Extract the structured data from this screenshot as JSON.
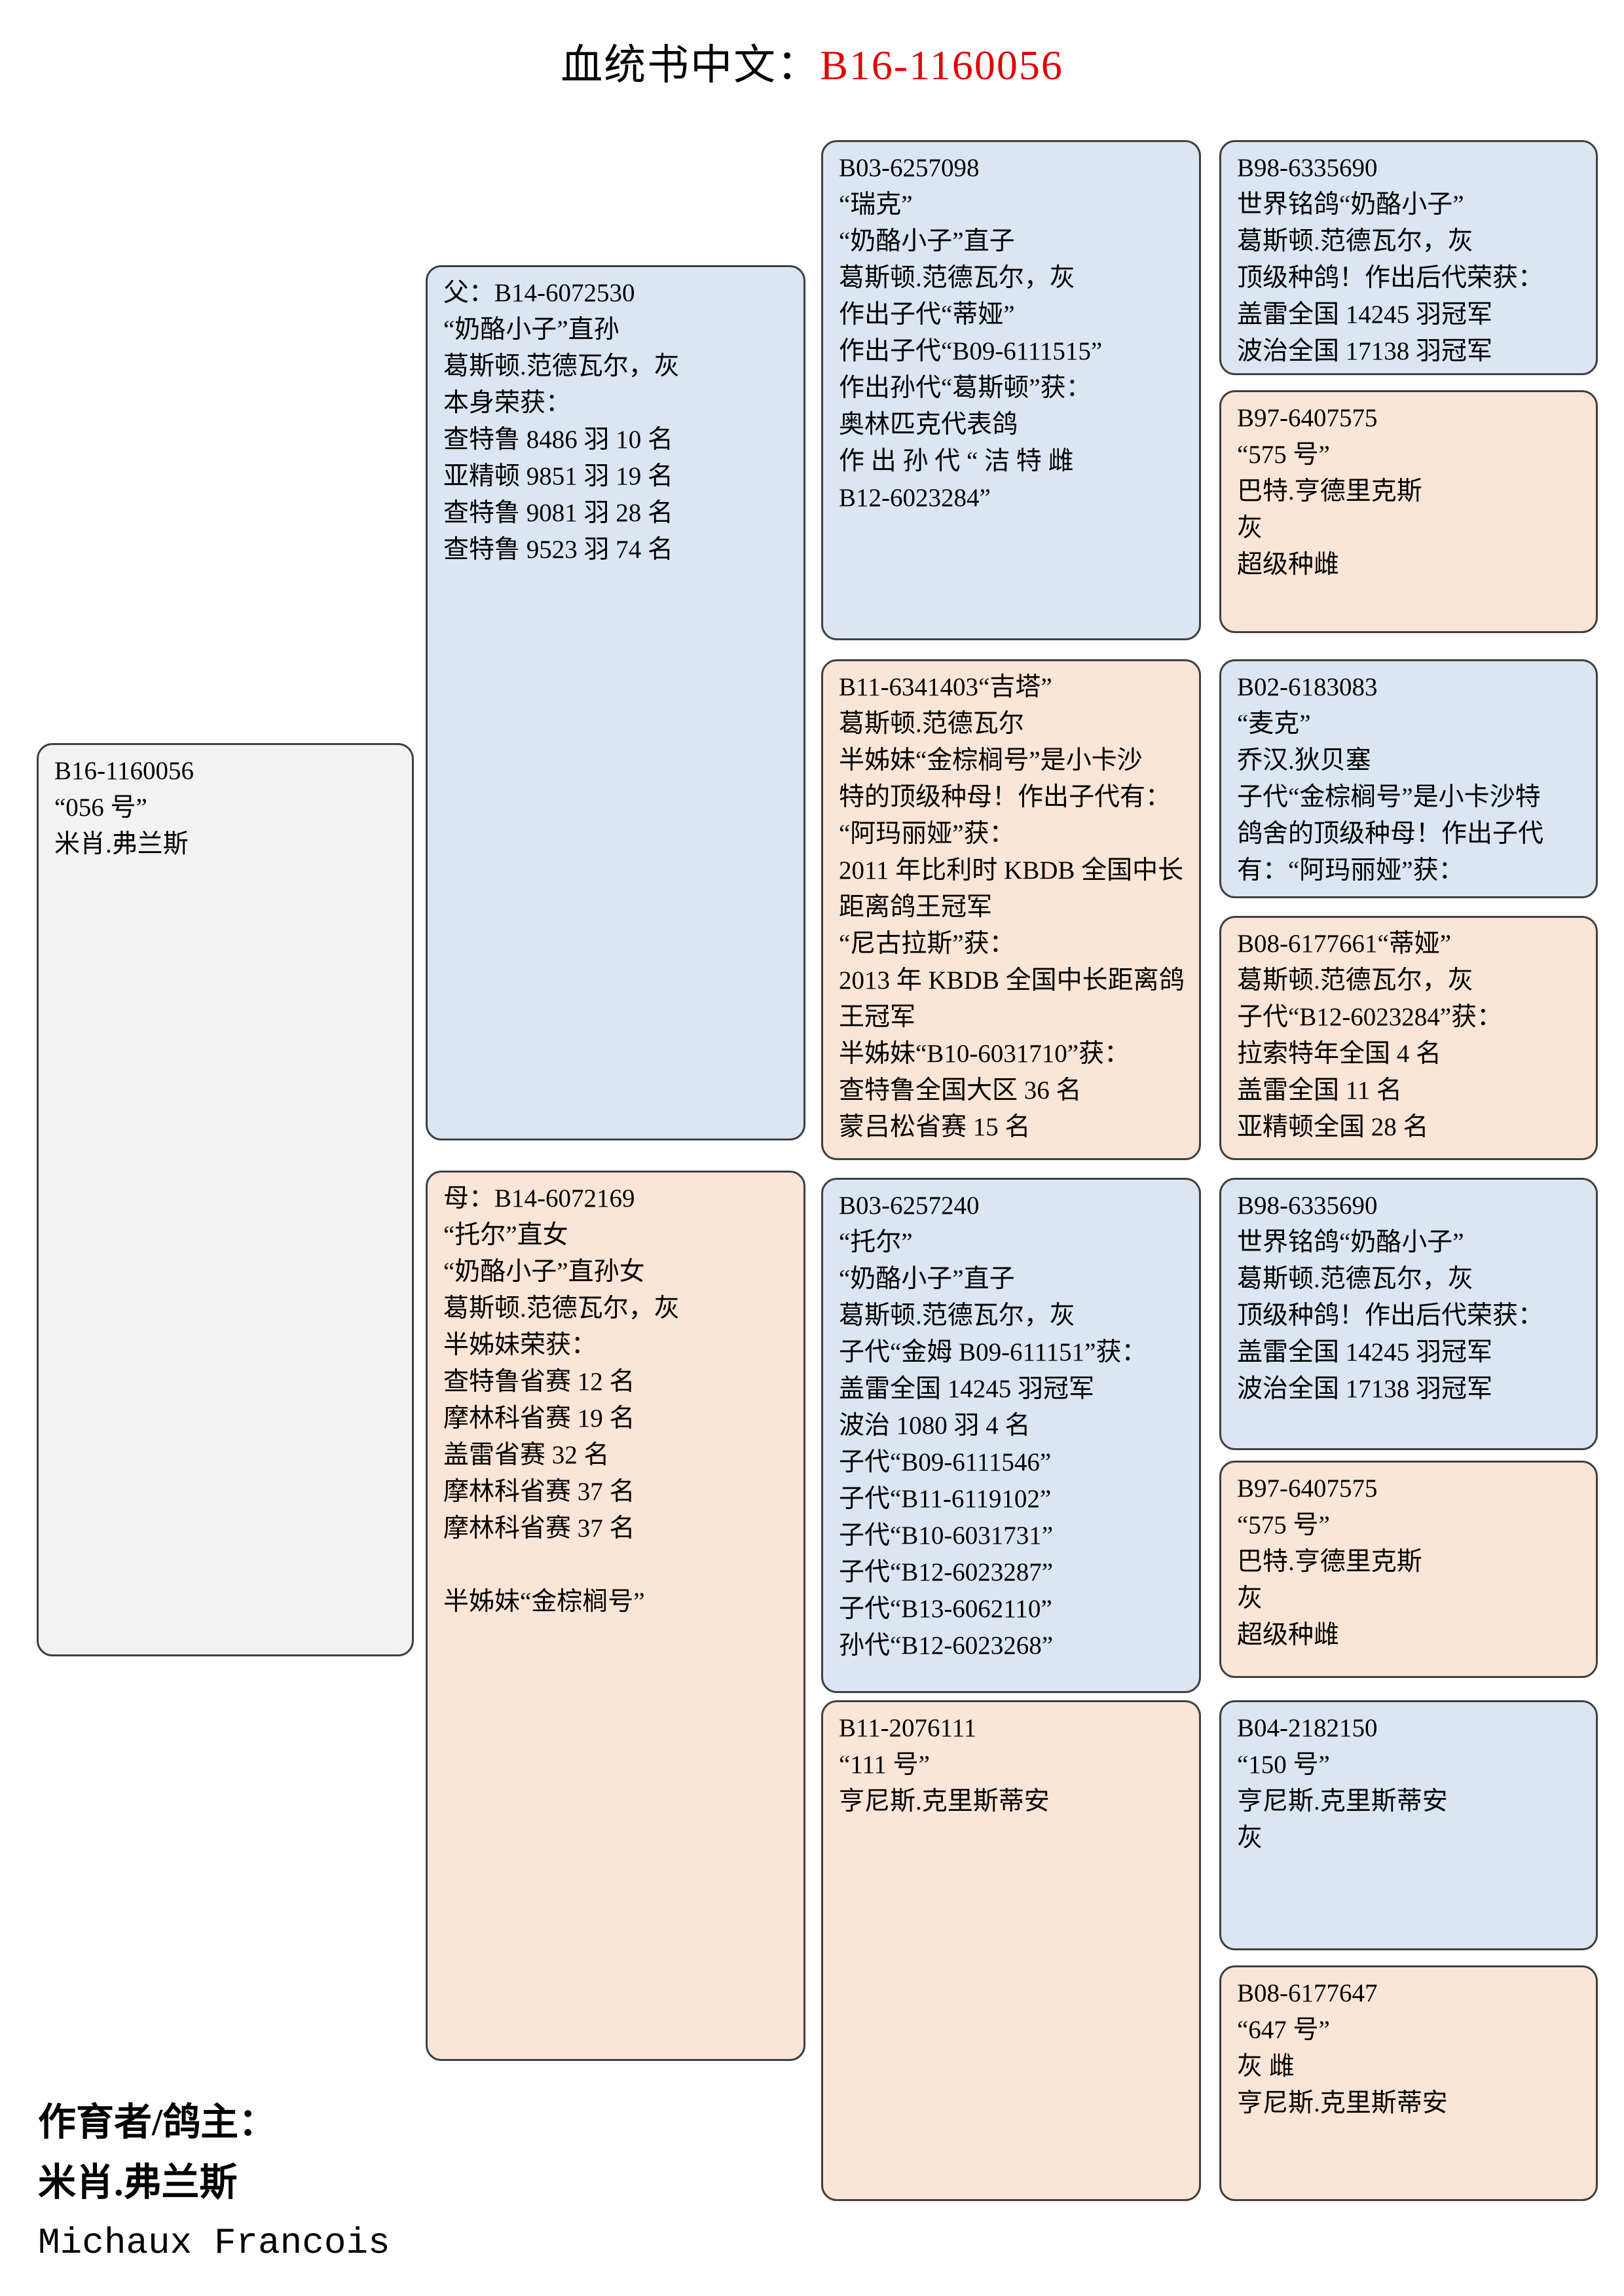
{
  "title": {
    "label": "血统书中文：",
    "number": "B16-1160056"
  },
  "colors": {
    "male_box": "#dce6f2",
    "female_box": "#fbe5d6",
    "subject_box": "#f2f2f2",
    "title_number_red": "#e10000",
    "border": "#404040",
    "text": "#000000"
  },
  "subject": {
    "lines": [
      "B16-1160056",
      "“056 号”",
      "米肖.弗兰斯"
    ]
  },
  "father": {
    "lines": [
      "父：B14-6072530",
      "“奶酪小子”直孙",
      "葛斯顿.范德瓦尔，灰",
      "本身荣获：",
      "查特鲁 8486 羽 10 名",
      "亚精顿 9851 羽 19 名",
      "查特鲁 9081 羽 28 名",
      "查特鲁 9523 羽 74 名"
    ]
  },
  "mother": {
    "lines": [
      "母：B14-6072169",
      "“托尔”直女",
      "“奶酪小子”直孙女",
      "葛斯顿.范德瓦尔，灰",
      "半姊妹荣获：",
      "查特鲁省赛 12 名",
      "摩林科省赛 19 名",
      "盖雷省赛 32 名",
      "摩林科省赛 37 名",
      "摩林科省赛 37 名",
      "",
      "半姊妹“金棕榈号”"
    ]
  },
  "grandparents": [
    {
      "id": "paternal-grandfather",
      "lines": [
        "B03-6257098",
        "“瑞克”",
        "“奶酪小子”直子",
        "葛斯顿.范德瓦尔，灰",
        "作出子代“蒂娅”",
        "作出子代“B09-6111515”",
        "作出孙代“葛斯顿”获：",
        "奥林匹克代表鸽",
        "作 出 孙 代 “ 洁 特 雌",
        "B12-6023284”"
      ]
    },
    {
      "id": "paternal-grandmother",
      "lines": [
        "B11-6341403“吉塔”",
        "葛斯顿.范德瓦尔",
        "半姊妹“金棕榈号”是小卡沙",
        "特的顶级种母！作出子代有：",
        "“阿玛丽娅”获：",
        "2011 年比利时 KBDB 全国中长",
        "距离鸽王冠军",
        "“尼古拉斯”获：",
        "2013 年 KBDB 全国中长距离鸽",
        "王冠军",
        "半姊妹“B10-6031710”获：",
        "查特鲁全国大区 36 名",
        "蒙吕松省赛 15 名"
      ]
    },
    {
      "id": "maternal-grandfather",
      "lines": [
        "B03-6257240",
        "“托尔”",
        "“奶酪小子”直子",
        "葛斯顿.范德瓦尔，灰",
        "子代“金姆 B09-611151”获：",
        "盖雷全国 14245 羽冠军",
        "波治 1080 羽 4 名",
        "子代“B09-6111546”",
        "子代“B11-6119102”",
        "子代“B10-6031731”",
        "子代“B12-6023287”",
        "子代“B13-6062110”",
        "孙代“B12-6023268”"
      ]
    },
    {
      "id": "maternal-grandmother",
      "lines": [
        "B11-2076111",
        "“111 号”",
        "亨尼斯.克里斯蒂安"
      ]
    }
  ],
  "great_grandparents": [
    {
      "id": "ggp-1",
      "lines": [
        "B98-6335690",
        "世界铭鸽“奶酪小子”",
        "葛斯顿.范德瓦尔，灰",
        "顶级种鸽！作出后代荣获：",
        "盖雷全国  14245 羽冠军",
        "波治全国  17138 羽冠军"
      ]
    },
    {
      "id": "ggp-2",
      "lines": [
        "B97-6407575",
        "“575 号”",
        "巴特.亨德里克斯",
        "灰",
        "超级种雌"
      ]
    },
    {
      "id": "ggp-3",
      "lines": [
        "B02-6183083",
        "“麦克”",
        "乔汉.狄贝塞",
        "子代“金棕榈号”是小卡沙特",
        "鸽舍的顶级种母！作出子代",
        "有：“阿玛丽娅”获："
      ]
    },
    {
      "id": "ggp-4",
      "lines": [
        "B08-6177661“蒂娅”",
        "葛斯顿.范德瓦尔，灰",
        "子代“B12-6023284”获：",
        "拉索特年全国 4 名",
        "盖雷全国 11 名",
        "亚精顿全国 28 名"
      ]
    },
    {
      "id": "ggp-5",
      "lines": [
        "B98-6335690",
        "世界铭鸽“奶酪小子”",
        "葛斯顿.范德瓦尔，灰",
        "顶级种鸽！作出后代荣获：",
        "盖雷全国  14245 羽冠军",
        "波治全国  17138 羽冠军"
      ]
    },
    {
      "id": "ggp-6",
      "lines": [
        "B97-6407575",
        "“575 号”",
        "巴特.亨德里克斯",
        "灰",
        "超级种雌"
      ]
    },
    {
      "id": "ggp-7",
      "lines": [
        "B04-2182150",
        "“150 号”",
        "亨尼斯.克里斯蒂安",
        "灰"
      ]
    },
    {
      "id": "ggp-8",
      "lines": [
        "B08-6177647",
        "“647 号”",
        "灰  雌",
        "亨尼斯.克里斯蒂安"
      ]
    }
  ],
  "footer": {
    "role_label": "作育者/鸽主：",
    "owner_cn": "米肖.弗兰斯",
    "owner_en": "Michaux Francois"
  }
}
